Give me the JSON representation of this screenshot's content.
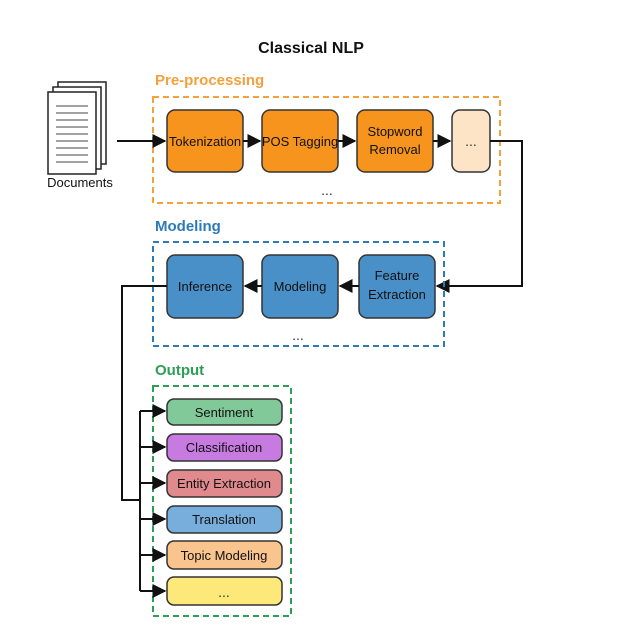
{
  "title": "Classical NLP",
  "input": {
    "label": "Documents"
  },
  "colors": {
    "preprocessing": "#F4A03C",
    "modeling": "#2D7BB6",
    "output": "#2E9E55",
    "step_orange": "#F7941D",
    "step_orange_light": "#FDE4C6",
    "step_blue": "#4A90C8"
  },
  "preprocessing": {
    "label": "Pre-processing",
    "steps": [
      {
        "label": "Tokenization"
      },
      {
        "label": "POS Tagging"
      },
      {
        "label": "Stopword",
        "label2": "Removal"
      },
      {
        "label": "..."
      }
    ],
    "more": "..."
  },
  "modeling": {
    "label": "Modeling",
    "steps": [
      {
        "label": "Inference"
      },
      {
        "label": "Modeling"
      },
      {
        "label": "Feature",
        "label2": "Extraction"
      }
    ],
    "more": "..."
  },
  "output": {
    "label": "Output",
    "items": [
      {
        "label": "Sentiment",
        "color": "#82C99A"
      },
      {
        "label": "Classification",
        "color": "#C77BE0"
      },
      {
        "label": "Entity Extraction",
        "color": "#E08A8E"
      },
      {
        "label": "Translation",
        "color": "#78AEDB"
      },
      {
        "label": "Topic Modeling",
        "color": "#F9C48E"
      },
      {
        "label": "...",
        "color": "#FDE97A"
      }
    ]
  }
}
